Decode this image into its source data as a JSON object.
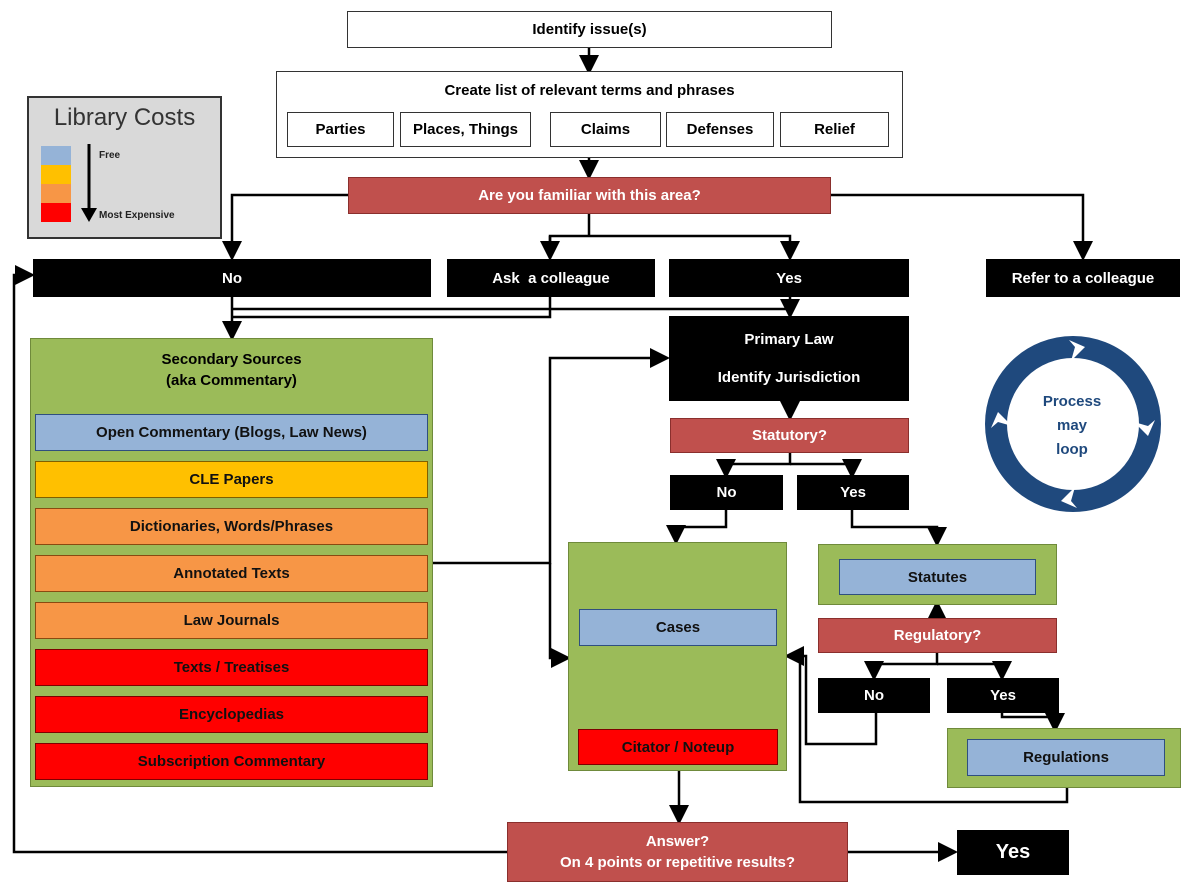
{
  "flow": {
    "identify": "Identify issue(s)",
    "create_list": "Create list of relevant terms and phrases",
    "terms": [
      "Parties",
      "Places, Things",
      "Claims",
      "Defenses",
      "Relief"
    ],
    "familiar_q": "Are you familiar with this area?",
    "no": "No",
    "ask": "Ask  a colleague",
    "yes": "Yes",
    "refer": "Refer to a colleague",
    "secondary_title_1": "Secondary Sources",
    "secondary_title_2": "(aka Commentary)",
    "secondary": [
      {
        "label": "Open Commentary (Blogs, Law News)",
        "cost": "blue"
      },
      {
        "label": "CLE Papers",
        "cost": "yellow"
      },
      {
        "label": "Dictionaries, Words/Phrases",
        "cost": "orange"
      },
      {
        "label": "Annotated Texts",
        "cost": "orange"
      },
      {
        "label": "Law Journals",
        "cost": "orange"
      },
      {
        "label": "Texts / Treatises",
        "cost": "red"
      },
      {
        "label": "Encyclopedias",
        "cost": "red"
      },
      {
        "label": "Subscription Commentary",
        "cost": "red"
      }
    ],
    "primary_1": "Primary Law",
    "primary_2": "Identify Jurisdiction",
    "statutory_q": "Statutory?",
    "stat_no": "No",
    "stat_yes": "Yes",
    "cases": "Cases",
    "citator": "Citator / Noteup",
    "statutes": "Statutes",
    "regulatory_q": "Regulatory?",
    "reg_no": "No",
    "reg_yes": "Yes",
    "regulations": "Regulations",
    "answer_1": "Answer?",
    "answer_2": "On 4 points or repetitive results?",
    "final_yes": "Yes"
  },
  "legend": {
    "title": "Library Costs",
    "free": "Free",
    "expensive": "Most Expensive",
    "swatch_colors": [
      "#95b3d7",
      "#ffc000",
      "#f79646",
      "#ff0000"
    ]
  },
  "cycle": {
    "line1": "Process",
    "line2": "may",
    "line3": "loop"
  },
  "colors": {
    "question": "#c0504d",
    "group_green": "#9bbb59",
    "free_blue": "#95b3d7",
    "cycle_blue": "#1f497d"
  }
}
